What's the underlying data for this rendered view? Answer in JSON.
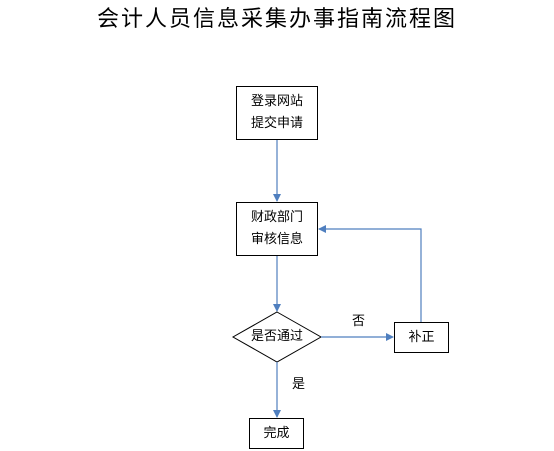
{
  "title": "会计人员信息采集办事指南流程图",
  "nodes": {
    "login": {
      "line1": "登录网站",
      "line2": "提交申请"
    },
    "review": {
      "line1": "财政部门",
      "line2": "审核信息"
    },
    "decision": {
      "label": "是否通过"
    },
    "correct": {
      "label": "补正"
    },
    "done": {
      "label": "完成"
    }
  },
  "edges": {
    "no_label": "否",
    "yes_label": "是"
  },
  "colors": {
    "connector": "#4f7fbf",
    "border": "#000000"
  }
}
